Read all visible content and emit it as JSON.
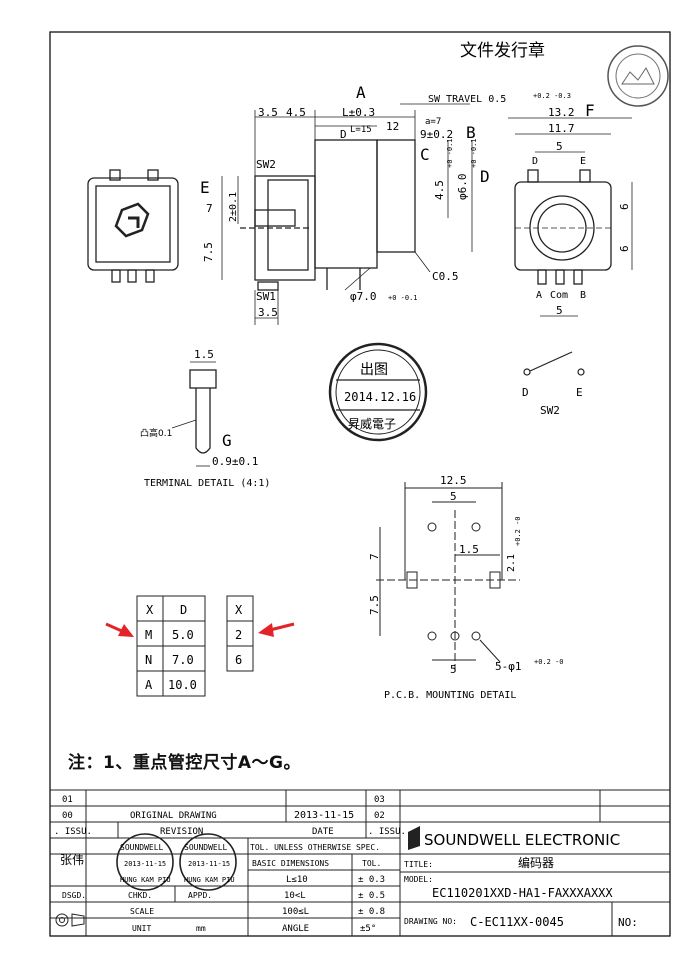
{
  "stamp_header": "文件发行章",
  "circle_stamp_round": {
    "top": "出图",
    "date": "2014.12.16",
    "bottom": "昇威電子"
  },
  "front_view": {
    "dim_A": "A",
    "dim_L": "L±0.3",
    "dim_L15": "L=15",
    "dim_D": "D",
    "dim_35a": "3.5",
    "dim_45": "4.5",
    "dim_12": "12",
    "sw_travel": "SW TRAVEL 0.5",
    "sw_travel_tol": "+0.2 -0.3",
    "dim_a7": "a=7",
    "dim_9": "9±0.2",
    "label_B": "B",
    "label_C": "C",
    "dim_45b": "4.5",
    "dim_45b_tol": "+0 -0.1",
    "dim_60": "φ6.0",
    "dim_60_tol": "+0 -0.1",
    "label_D": "D",
    "label_E": "E",
    "dim_7": "7",
    "dim_2": "2±0.1",
    "dim_75": "7.5",
    "sw2": "SW2",
    "sw1": "SW1",
    "dim_35b": "3.5",
    "dim_70": "φ7.0",
    "dim_70_tol": "+0 -0.1",
    "c05": "C0.5"
  },
  "side_view": {
    "dim_132": "13.2",
    "label_F": "F",
    "dim_117": "11.7",
    "dim_5a": "5",
    "pin_D": "D",
    "pin_E": "E",
    "dim_6a": "6",
    "dim_6b": "6",
    "pin_A": "A",
    "pin_Com": "Com",
    "pin_B": "B",
    "dim_5b": "5"
  },
  "terminal": {
    "dim_15": "1.5",
    "bump": "凸高0.1",
    "label_G": "G",
    "dim_09": "0.9±0.1",
    "caption": "TERMINAL DETAIL (4:1)"
  },
  "sw2_symbol": {
    "d": "D",
    "e": "E",
    "label": "SW2"
  },
  "pcb": {
    "dim_125": "12.5",
    "dim_5": "5",
    "dim_15": "1.5",
    "dim_21": "2.1",
    "dim_21_tol": "+0.2 -0",
    "dim_7": "7",
    "dim_75": "7.5",
    "dim_5b": "5",
    "holes": "5-φ1",
    "holes_tol": "+0.2 -0",
    "caption": "P.C.B. MOUNTING DETAIL"
  },
  "table_xd": {
    "header": [
      "X",
      "D"
    ],
    "rows": [
      [
        "M",
        "5.0"
      ],
      [
        "N",
        "7.0"
      ],
      [
        "A",
        "10.0"
      ]
    ]
  },
  "table_x": {
    "header": "X",
    "rows": [
      "2",
      "6"
    ]
  },
  "arrow_color": "#e2232a",
  "note": "注：1、重点管控尺寸A～G。",
  "title_block": {
    "rev_01": "01",
    "rev_00": "00",
    "original_drawing": "ORIGINAL  DRAWING",
    "orig_date": "2013-11-15",
    "issu": ". ISSU.",
    "revision": "REVISION",
    "date": "DATE",
    "issu2": ". ISSU.",
    "r_03a": "03",
    "r_02": "02",
    "designer": "张伟",
    "stamp_date1": "2013-11-15",
    "stamp_name1": "HUNG KAM PIU",
    "stamp_brand1": "SOUNDWELL",
    "stamp_date2": "2013-11-15",
    "stamp_name2": "HUNG KAM PIU",
    "stamp_brand2": "SOUNDWELL",
    "dsgd": "DSGD.",
    "chkd": "CHKD.",
    "appd": "APPD.",
    "tol_header": "TOL. UNLESS OTHERWISE SPEC.",
    "basic_dim": "BASIC DIMENSIONS",
    "tol": "TOL.",
    "tol_rows": [
      [
        "L≤10",
        "± 0.3"
      ],
      [
        "10<L",
        "± 0.5"
      ],
      [
        "100≤L",
        "± 0.8"
      ],
      [
        "ANGLE",
        "±5°"
      ]
    ],
    "scale": "SCALE",
    "unit": "UNIT",
    "mm": "mm",
    "company": "SOUNDWELL  ELECTRONIC",
    "title_label": "TITLE:",
    "title_value": "编码器",
    "model_label": "MODEL:",
    "model_value": "EC110201XXD-HA1-FAXXXAXXX",
    "drawing_no_label": "DRAWING NO:",
    "drawing_no_value": "C-EC11XX-0045",
    "no_label": "NO:"
  }
}
